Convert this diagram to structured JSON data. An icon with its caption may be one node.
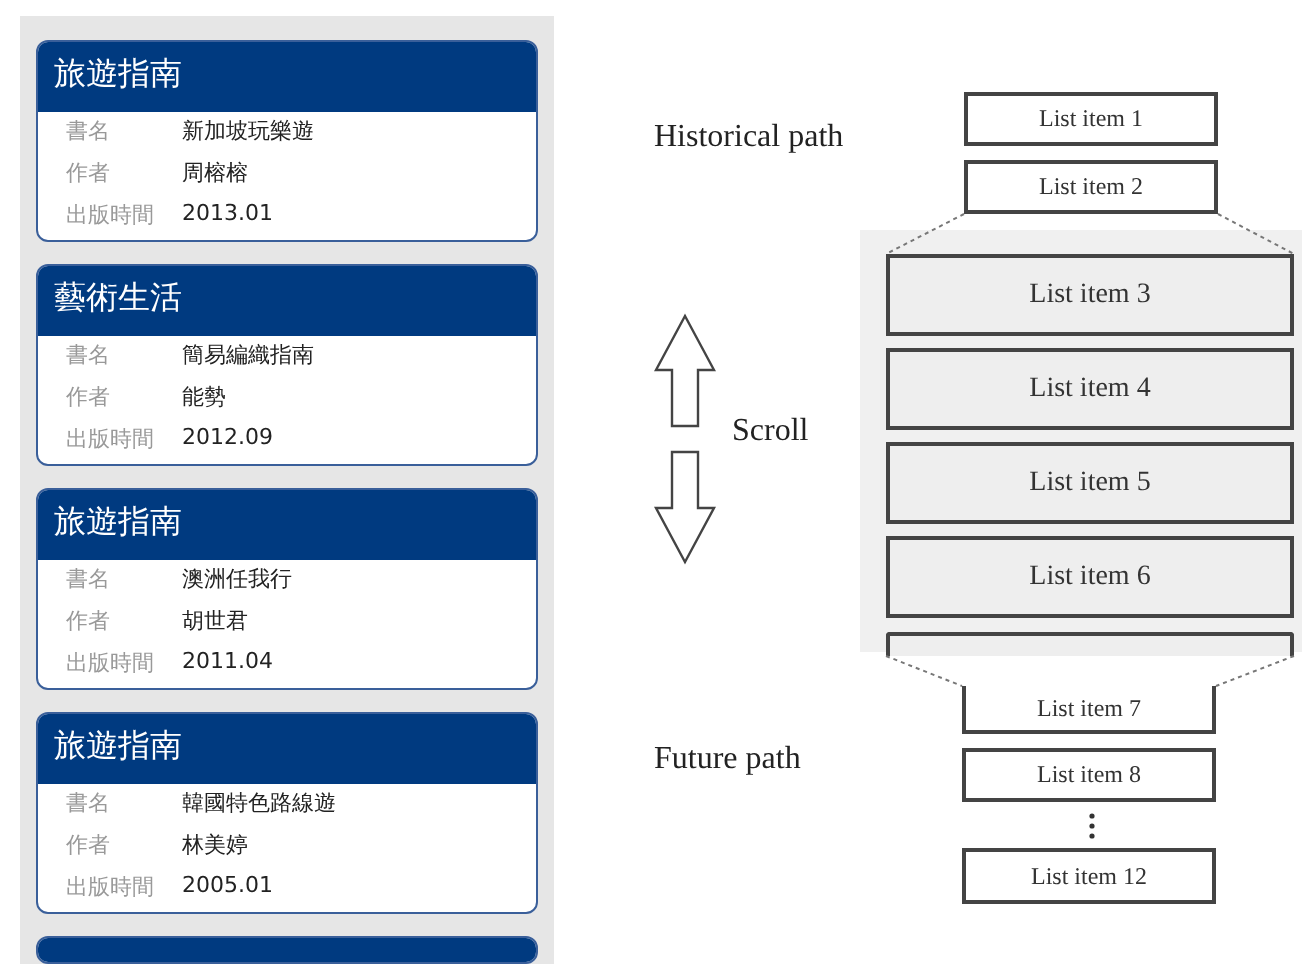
{
  "diagram": {
    "nodes": [
      {
        "text": [
          "旅遊指南",
          "書名",
          "新加坡玩樂遊",
          "作者",
          "周榕榕",
          "出版時間",
          "2013.01"
        ]
      },
      {
        "text": [
          "藝術生活",
          "書名",
          "簡易編織指南",
          "作者",
          "能勢",
          "出版時間",
          "2012.09"
        ]
      },
      {
        "text": [
          "旅遊指南",
          "書名",
          "澳洲任我行",
          "作者",
          "胡世君",
          "出版時間",
          "2011.04"
        ]
      },
      {
        "text": [
          "旅遊指南",
          "書名",
          "韓國特色路線遊",
          "作者",
          "林美婷",
          "出版時間",
          "2005.01"
        ]
      },
      {
        "text": [],
        "shape": "box"
      },
      {
        "text": [
          "List item 1"
        ]
      },
      {
        "text": [
          "List item 2"
        ]
      },
      {
        "text": [],
        "shape": "box"
      },
      {
        "text": [
          "List item 3"
        ],
        "in": 7
      },
      {
        "text": [
          "List item 4"
        ],
        "in": 7
      },
      {
        "text": [
          "List item 5"
        ],
        "in": 7
      },
      {
        "text": [
          "List item 6"
        ],
        "in": 7
      },
      {
        "text": [],
        "shape": "box",
        "in": 7
      },
      {
        "text": [
          "List item 7"
        ]
      },
      {
        "text": [
          "List item 8"
        ]
      },
      {
        "text": [
          "List item 12"
        ]
      }
    ],
    "edges": [
      {
        "from": 6,
        "to": 8,
        "arrow": "none",
        "style": "dashed"
      },
      {
        "from": 6,
        "to": 8,
        "arrow": "none",
        "style": "dashed"
      },
      {
        "from": 12,
        "to": 13,
        "arrow": "none",
        "style": "dashed"
      },
      {
        "from": 12,
        "to": 13,
        "arrow": "none",
        "style": "dashed"
      }
    ],
    "labels": [
      "Historical path",
      "Scroll",
      "Future path"
    ]
  }
}
